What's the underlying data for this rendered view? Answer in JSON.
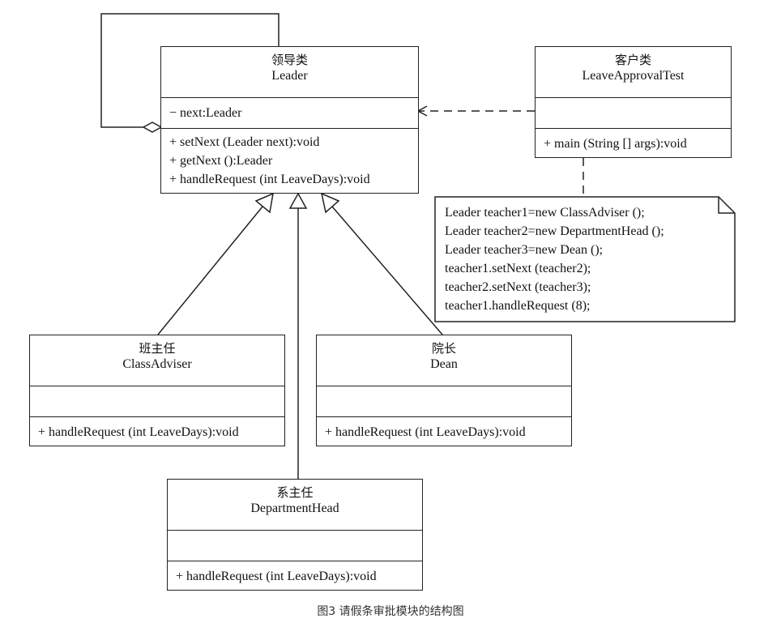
{
  "diagram": {
    "leader": {
      "cn": "领导类",
      "en": "Leader",
      "attributes": [
        "− next:Leader"
      ],
      "operations": [
        "+ setNext (Leader next):void",
        "+ getNext ():Leader",
        "+ handleRequest (int LeaveDays):void"
      ]
    },
    "client": {
      "cn": "客户类",
      "en": "LeaveApprovalTest",
      "operations": [
        "+ main (String [] args):void"
      ]
    },
    "note": {
      "lines": [
        "Leader teacher1=new ClassAdviser ();",
        "Leader teacher2=new DepartmentHead ();",
        "Leader teacher3=new Dean ();",
        "teacher1.setNext (teacher2);",
        "teacher2.setNext (teacher3);",
        "teacher1.handleRequest (8);"
      ]
    },
    "class_adviser": {
      "cn": "班主任",
      "en": "ClassAdviser",
      "operations": [
        "+ handleRequest (int LeaveDays):void"
      ]
    },
    "dean": {
      "cn": "院长",
      "en": "Dean",
      "operations": [
        "+ handleRequest (int LeaveDays):void"
      ]
    },
    "department_head": {
      "cn": "系主任",
      "en": "DepartmentHead",
      "operations": [
        "+ handleRequest (int LeaveDays):void"
      ]
    },
    "caption": "图3 请假条审批模块的结构图"
  }
}
